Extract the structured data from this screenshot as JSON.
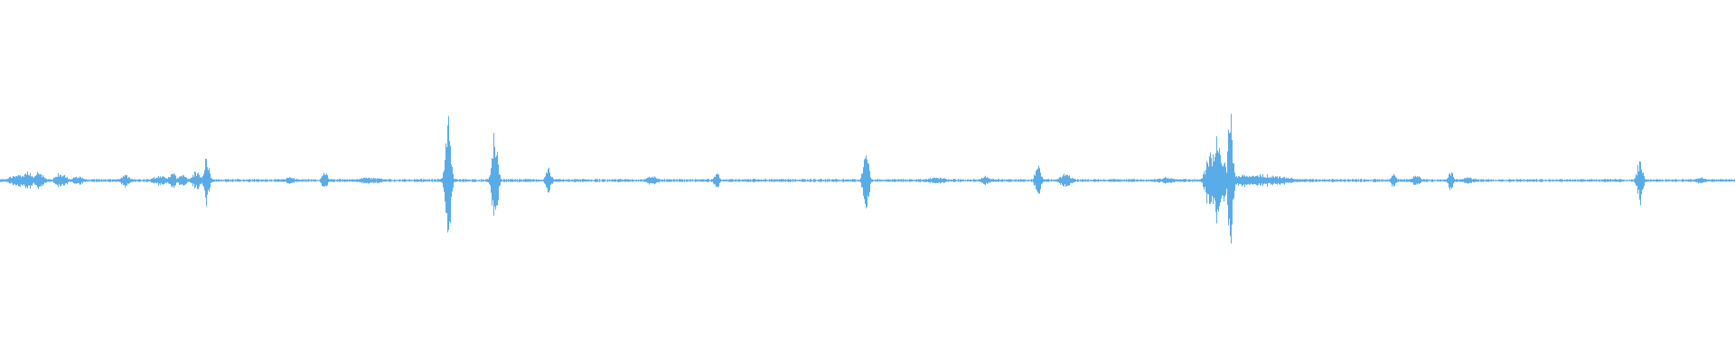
{
  "waveform": {
    "color": "#5aace8",
    "baseline_color": "#5aace8",
    "background": "#ffffff",
    "noise_level": 0.01,
    "bursts": [
      {
        "t": 0.01,
        "amp": 0.04,
        "width": 0.006
      },
      {
        "t": 0.016,
        "amp": 0.07,
        "width": 0.003
      },
      {
        "t": 0.022,
        "amp": 0.05,
        "width": 0.004
      },
      {
        "t": 0.035,
        "amp": 0.05,
        "width": 0.004
      },
      {
        "t": 0.045,
        "amp": 0.03,
        "width": 0.004
      },
      {
        "t": 0.072,
        "amp": 0.04,
        "width": 0.003
      },
      {
        "t": 0.092,
        "amp": 0.03,
        "width": 0.006
      },
      {
        "t": 0.099,
        "amp": 0.05,
        "width": 0.003
      },
      {
        "t": 0.105,
        "amp": 0.04,
        "width": 0.003
      },
      {
        "t": 0.113,
        "amp": 0.06,
        "width": 0.003
      },
      {
        "t": 0.119,
        "amp": 0.15,
        "width": 0.002
      },
      {
        "t": 0.167,
        "amp": 0.02,
        "width": 0.005
      },
      {
        "t": 0.187,
        "amp": 0.06,
        "width": 0.002
      },
      {
        "t": 0.213,
        "amp": 0.02,
        "width": 0.01
      },
      {
        "t": 0.258,
        "amp": 0.42,
        "width": 0.002
      },
      {
        "t": 0.285,
        "amp": 0.32,
        "width": 0.002
      },
      {
        "t": 0.316,
        "amp": 0.08,
        "width": 0.002
      },
      {
        "t": 0.376,
        "amp": 0.03,
        "width": 0.004
      },
      {
        "t": 0.413,
        "amp": 0.05,
        "width": 0.002
      },
      {
        "t": 0.499,
        "amp": 0.22,
        "width": 0.002
      },
      {
        "t": 0.54,
        "amp": 0.02,
        "width": 0.008
      },
      {
        "t": 0.568,
        "amp": 0.03,
        "width": 0.003
      },
      {
        "t": 0.598,
        "amp": 0.12,
        "width": 0.002
      },
      {
        "t": 0.614,
        "amp": 0.05,
        "width": 0.004
      },
      {
        "t": 0.672,
        "amp": 0.02,
        "width": 0.006
      },
      {
        "t": 0.697,
        "amp": 0.19,
        "width": 0.003
      },
      {
        "t": 0.701,
        "amp": 0.26,
        "width": 0.003
      },
      {
        "t": 0.705,
        "amp": 0.15,
        "width": 0.003
      },
      {
        "t": 0.709,
        "amp": 0.4,
        "width": 0.002
      },
      {
        "t": 0.724,
        "amp": 0.04,
        "width": 0.022
      },
      {
        "t": 0.803,
        "amp": 0.05,
        "width": 0.002
      },
      {
        "t": 0.816,
        "amp": 0.04,
        "width": 0.003
      },
      {
        "t": 0.836,
        "amp": 0.06,
        "width": 0.002
      },
      {
        "t": 0.846,
        "amp": 0.02,
        "width": 0.005
      },
      {
        "t": 0.945,
        "amp": 0.14,
        "width": 0.002
      },
      {
        "t": 0.98,
        "amp": 0.02,
        "width": 0.004
      }
    ]
  }
}
